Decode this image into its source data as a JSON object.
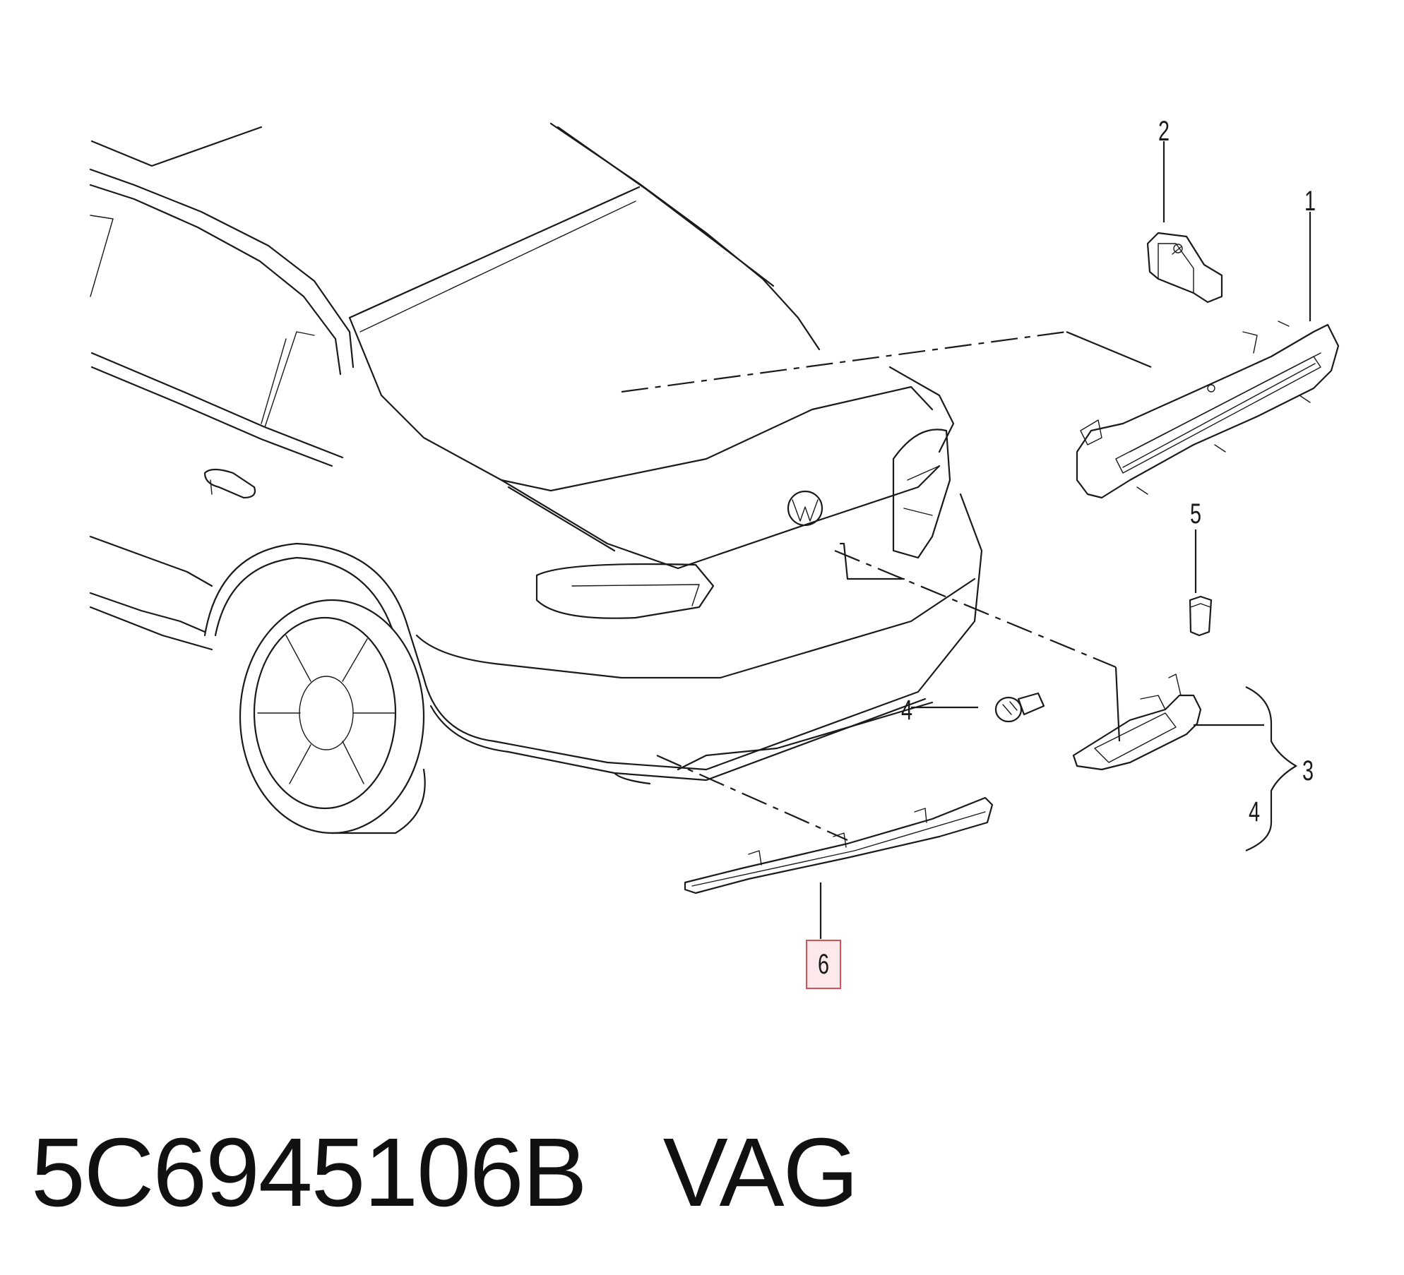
{
  "callouts": {
    "c1": "1",
    "c2": "2",
    "c3": "3",
    "c4a": "4",
    "c4b": "4",
    "c5": "5",
    "c6": "6"
  },
  "caption": {
    "part_number": "5C6945106B",
    "brand": "VAG"
  },
  "colors": {
    "line": "#1a1a1a",
    "highlight_border": "#d9505a",
    "highlight_fill": "#fde9ec"
  },
  "highlighted_callout": "6"
}
